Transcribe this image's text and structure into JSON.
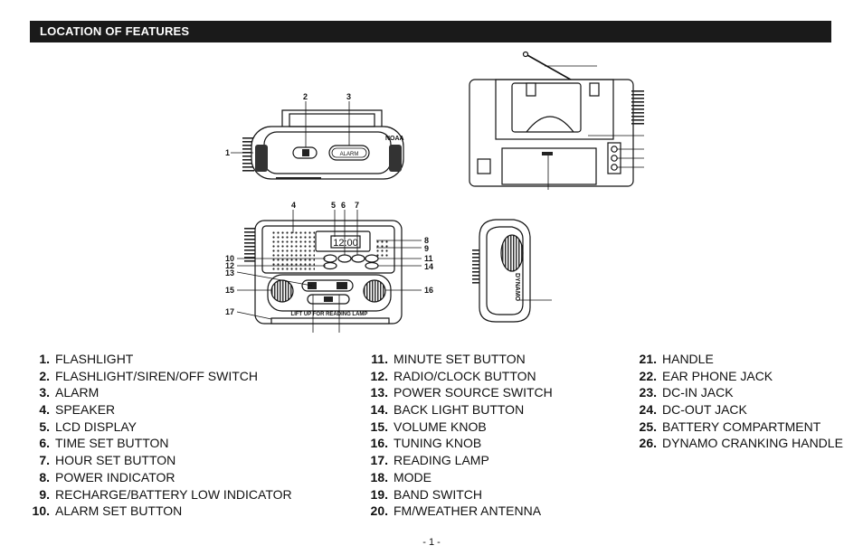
{
  "header": {
    "title": "LOCATION OF FEATURES"
  },
  "figures": {
    "top_view": {
      "callouts": [
        "1",
        "2",
        "3"
      ],
      "badge": "NOAA",
      "alarm_label": "ALARM"
    },
    "front_view": {
      "callouts_left": [
        "4",
        "10",
        "12",
        "13",
        "15",
        "17"
      ],
      "callouts_top": [
        "5",
        "6",
        "7"
      ],
      "callouts_right": [
        "8",
        "9",
        "11",
        "14",
        "16"
      ],
      "lcd_text": "12:00",
      "lamp_label": "LIFT UP FOR READING LAMP"
    },
    "side_view": {
      "dynamo_label": "DYNAMO"
    }
  },
  "legend": {
    "columns": [
      [
        {
          "num": "1.",
          "label": "FLASHLIGHT"
        },
        {
          "num": "2.",
          "label": "FLASHLIGHT/SIREN/OFF SWITCH"
        },
        {
          "num": "3.",
          "label": "ALARM"
        },
        {
          "num": "4.",
          "label": "SPEAKER"
        },
        {
          "num": "5.",
          "label": "LCD DISPLAY"
        },
        {
          "num": "6.",
          "label": "TIME SET BUTTON"
        },
        {
          "num": "7.",
          "label": "HOUR SET BUTTON"
        },
        {
          "num": "8.",
          "label": "POWER INDICATOR"
        },
        {
          "num": "9.",
          "label": "RECHARGE/BATTERY LOW INDICATOR"
        },
        {
          "num": "10.",
          "label": "ALARM SET BUTTON"
        }
      ],
      [
        {
          "num": "11.",
          "label": "MINUTE SET BUTTON"
        },
        {
          "num": "12.",
          "label": "RADIO/CLOCK BUTTON"
        },
        {
          "num": "13.",
          "label": "POWER SOURCE SWITCH"
        },
        {
          "num": "14.",
          "label": "BACK LIGHT BUTTON"
        },
        {
          "num": "15.",
          "label": "VOLUME KNOB"
        },
        {
          "num": "16.",
          "label": "TUNING KNOB"
        },
        {
          "num": "17.",
          "label": "READING LAMP"
        },
        {
          "num": "18.",
          "label": "MODE"
        },
        {
          "num": "19.",
          "label": "BAND SWITCH"
        },
        {
          "num": "20.",
          "label": "FM/WEATHER ANTENNA"
        }
      ],
      [
        {
          "num": "21.",
          "label": "HANDLE"
        },
        {
          "num": "22.",
          "label": "EAR PHONE JACK"
        },
        {
          "num": "23.",
          "label": "DC-IN JACK"
        },
        {
          "num": "24.",
          "label": "DC-OUT JACK"
        },
        {
          "num": "25.",
          "label": "BATTERY COMPARTMENT"
        },
        {
          "num": "26.",
          "label": "DYNAMO CRANKING HANDLE"
        }
      ]
    ]
  },
  "footer": {
    "page_number": "- 1 -"
  }
}
